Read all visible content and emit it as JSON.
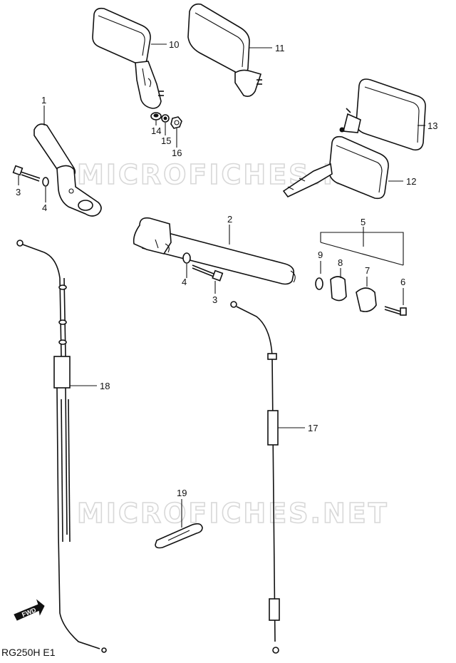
{
  "diagram": {
    "model_code": "RG250H E1",
    "watermark": "MICROFICHES.NET",
    "direction_arrow": "FWD",
    "callouts": [
      {
        "id": "1",
        "part": "handlebar-left"
      },
      {
        "id": "2",
        "part": "handlebar-right"
      },
      {
        "id": "3",
        "part": "bolt"
      },
      {
        "id": "4",
        "part": "washer"
      },
      {
        "id": "5",
        "part": "balancer-set"
      },
      {
        "id": "6",
        "part": "balancer-screw"
      },
      {
        "id": "7",
        "part": "balancer-weight"
      },
      {
        "id": "8",
        "part": "balancer-cushion"
      },
      {
        "id": "9",
        "part": "balancer-washer"
      },
      {
        "id": "10",
        "part": "mirror-right"
      },
      {
        "id": "11",
        "part": "mirror-left"
      },
      {
        "id": "12",
        "part": "mirror"
      },
      {
        "id": "13",
        "part": "mirror"
      },
      {
        "id": "14",
        "part": "mirror-washer"
      },
      {
        "id": "15",
        "part": "mirror-lock-washer"
      },
      {
        "id": "16",
        "part": "mirror-nut"
      },
      {
        "id": "17",
        "part": "clutch-cable"
      },
      {
        "id": "18",
        "part": "throttle-cable"
      },
      {
        "id": "19",
        "part": "cable-guide"
      }
    ]
  }
}
